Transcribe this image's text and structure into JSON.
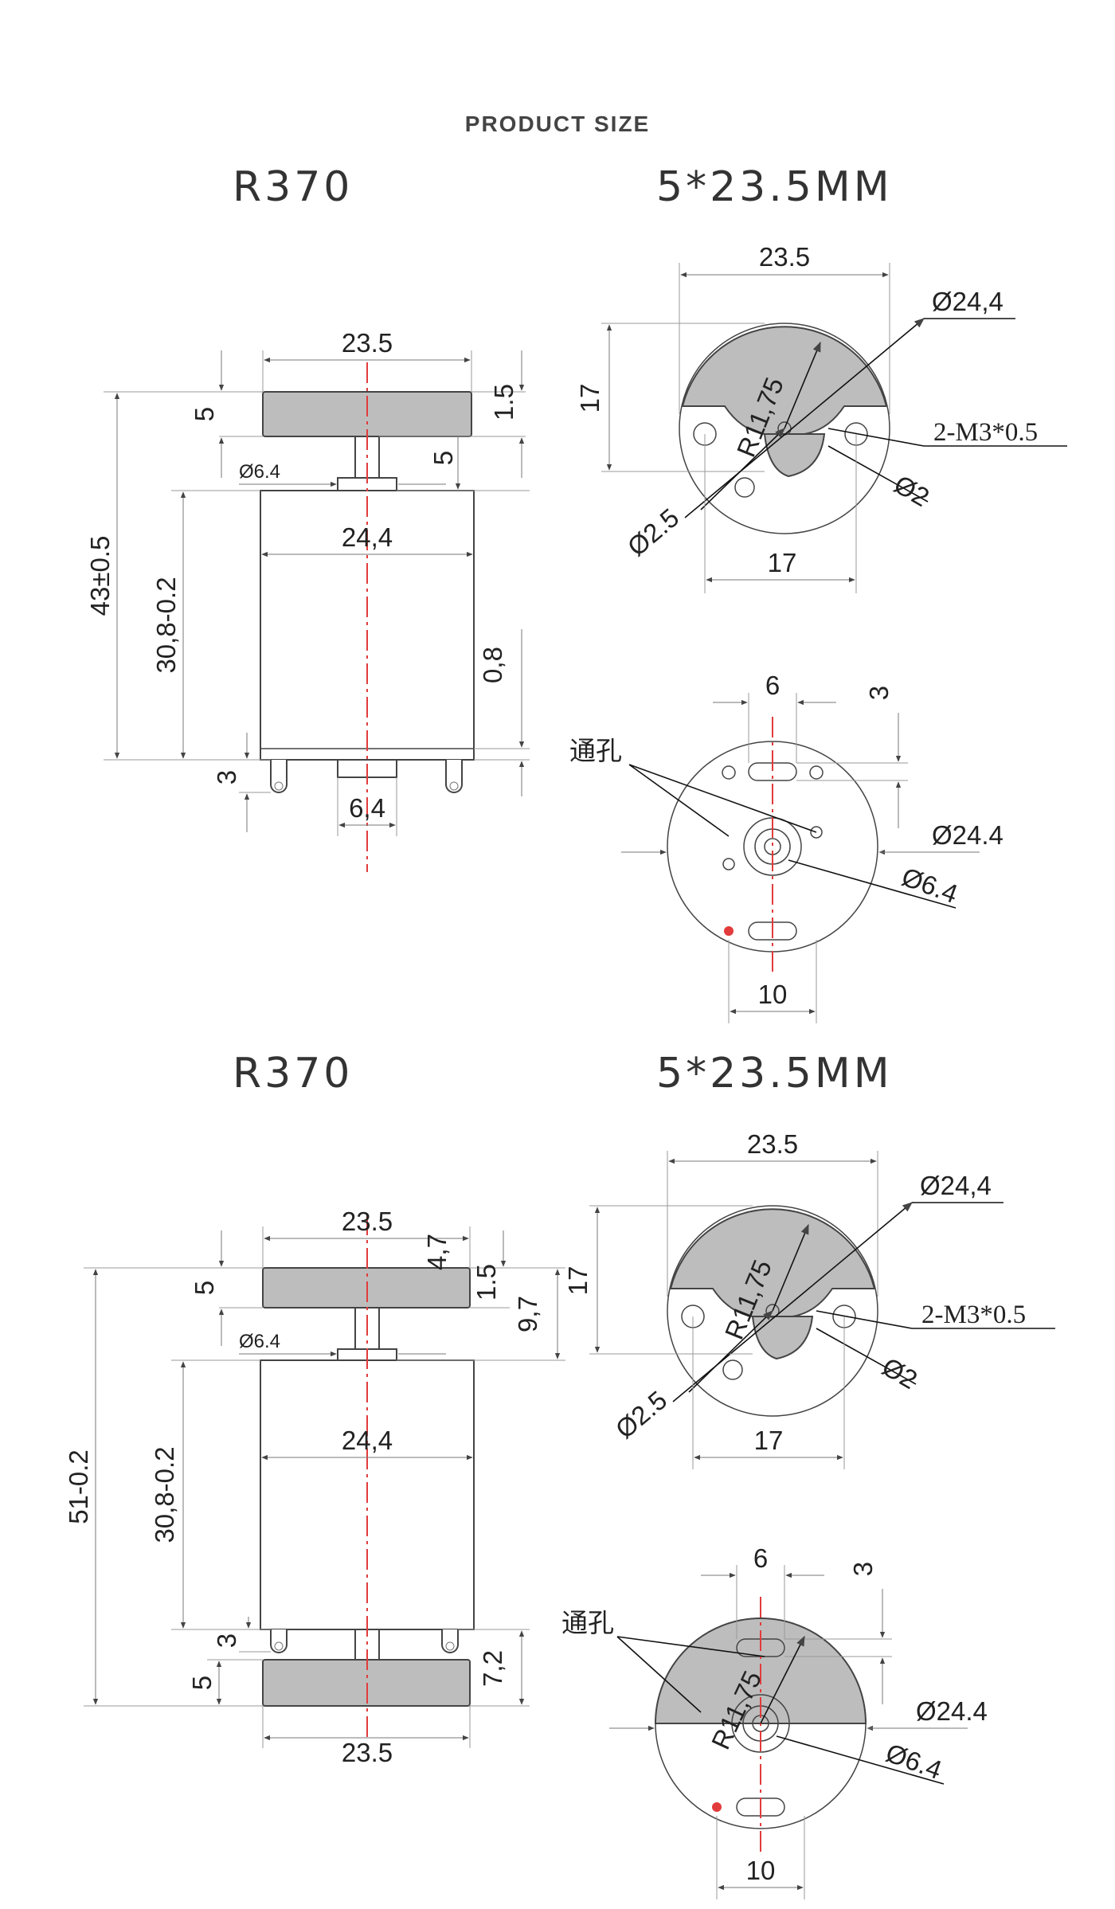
{
  "header": "PRODUCT SIZE",
  "sections": [
    {
      "left_title": "R370",
      "right_title": "5*23.5MM",
      "side_view": {
        "cap_width": "23.5",
        "cap_height": "5",
        "cap_gap": "1.5",
        "shaft_length": "5",
        "bushing_dia": "Ø6.4",
        "body_width": "24,4",
        "overall_length": "43±0.5",
        "body_length": "30,8-0.2",
        "flange": "0,8",
        "terminal": "3",
        "boss_dia": "6,4"
      },
      "top_view": {
        "width": "23.5",
        "diameter": "Ø24,4",
        "height": "17",
        "radius": "R11,75",
        "thread": "2-M3*0.5",
        "hole_small": "Ø2",
        "hole_center": "Ø2.5",
        "bottom_width": "17"
      },
      "end_view": {
        "slot": "6",
        "slot_offset": "3",
        "through_hole": "通孔",
        "diameter": "Ø24.4",
        "boss": "Ø6.4",
        "terminal_spacing": "10"
      }
    },
    {
      "left_title": "R370",
      "right_title": "5*23.5MM",
      "side_view": {
        "cap_width": "23.5",
        "cap_top_offset": "4,7",
        "cap_height": "5",
        "cap_gap": "1.5",
        "cap_total": "9,7",
        "bushing_dia": "Ø6.4",
        "body_width": "24,4",
        "overall_length": "51-0.2",
        "body_length": "30,8-0.2",
        "terminal": "3",
        "bottom_cap_height": "5",
        "bottom_cap_total": "7,2",
        "bottom_cap_width": "23.5"
      },
      "top_view": {
        "width": "23.5",
        "diameter": "Ø24,4",
        "height": "17",
        "radius": "R11,75",
        "thread": "2-M3*0.5",
        "hole_small": "Ø2",
        "hole_center": "Ø2.5",
        "bottom_width": "17"
      },
      "end_view": {
        "slot": "6",
        "slot_offset": "3",
        "through_hole": "通孔",
        "radius": "R11,75",
        "diameter": "Ø24.4",
        "boss": "Ø6.4",
        "terminal_spacing": "10"
      }
    }
  ],
  "colors": {
    "centerline": "#e23b3b",
    "cap_fill": "#bdbdbd",
    "line": "#444444"
  }
}
